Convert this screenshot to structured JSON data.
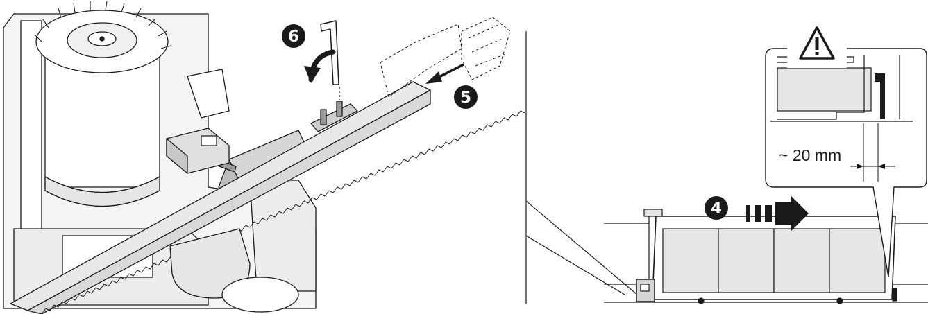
{
  "steps": {
    "step4": "4",
    "step5": "5",
    "step6": "6"
  },
  "dimension": {
    "label": "~ 20 mm"
  },
  "icons": {
    "warning": "warning-triangle-icon",
    "rotate": "rotate-arrow-icon",
    "motion": "motion-arrow-icon"
  },
  "colors": {
    "line": "#1a1a1a",
    "fill_light": "#e6e6e6",
    "fill_mid": "#cfcfcf",
    "badge": "#1a1a1a"
  }
}
